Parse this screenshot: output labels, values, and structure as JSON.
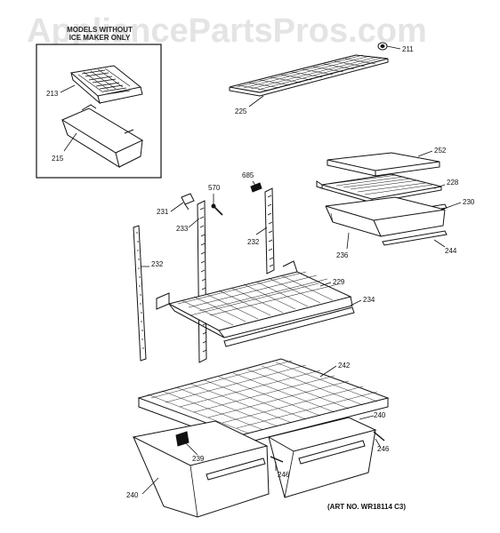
{
  "watermark": "AppliancePartsPros.com",
  "inset": {
    "title_line1": "MODELS WITHOUT",
    "title_line2": "ICE MAKER ONLY"
  },
  "art_number": "(ART NO. WR18114 C3)",
  "callouts": [
    {
      "id": "c211",
      "label": "211",
      "part": "shelf-end-cap"
    },
    {
      "id": "c213",
      "label": "213",
      "part": "ice-tray"
    },
    {
      "id": "c215",
      "label": "215",
      "part": "ice-bucket"
    },
    {
      "id": "c225",
      "label": "225",
      "part": "freezer-wire-shelf"
    },
    {
      "id": "c252",
      "label": "252",
      "part": "deli-drawer-cover"
    },
    {
      "id": "c228",
      "label": "228",
      "part": "upper-glass-shelf"
    },
    {
      "id": "c230",
      "label": "230",
      "part": "shelf-trim"
    },
    {
      "id": "c236",
      "label": "236",
      "part": "deli-drawer"
    },
    {
      "id": "c244",
      "label": "244",
      "part": "drawer-front"
    },
    {
      "id": "c685",
      "label": "685",
      "part": "clip"
    },
    {
      "id": "c570",
      "label": "570",
      "part": "screw"
    },
    {
      "id": "c231",
      "label": "231",
      "part": "bracket"
    },
    {
      "id": "c233",
      "label": "233",
      "part": "shelf-support-left"
    },
    {
      "id": "c232a",
      "label": "232",
      "part": "shelf-ladder-right"
    },
    {
      "id": "c232b",
      "label": "232",
      "part": "shelf-ladder-left"
    },
    {
      "id": "c229",
      "label": "229",
      "part": "wire-shelf"
    },
    {
      "id": "c234",
      "label": "234",
      "part": "shelf-trim-strip"
    },
    {
      "id": "c242",
      "label": "242",
      "part": "crisper-cover"
    },
    {
      "id": "c240a",
      "label": "240",
      "part": "crisper-pan-right"
    },
    {
      "id": "c246a",
      "label": "246",
      "part": "crisper-handle-right"
    },
    {
      "id": "c239",
      "label": "239",
      "part": "pan-divider"
    },
    {
      "id": "c246b",
      "label": "246",
      "part": "crisper-handle-left"
    },
    {
      "id": "c240b",
      "label": "240",
      "part": "crisper-pan-left"
    }
  ]
}
